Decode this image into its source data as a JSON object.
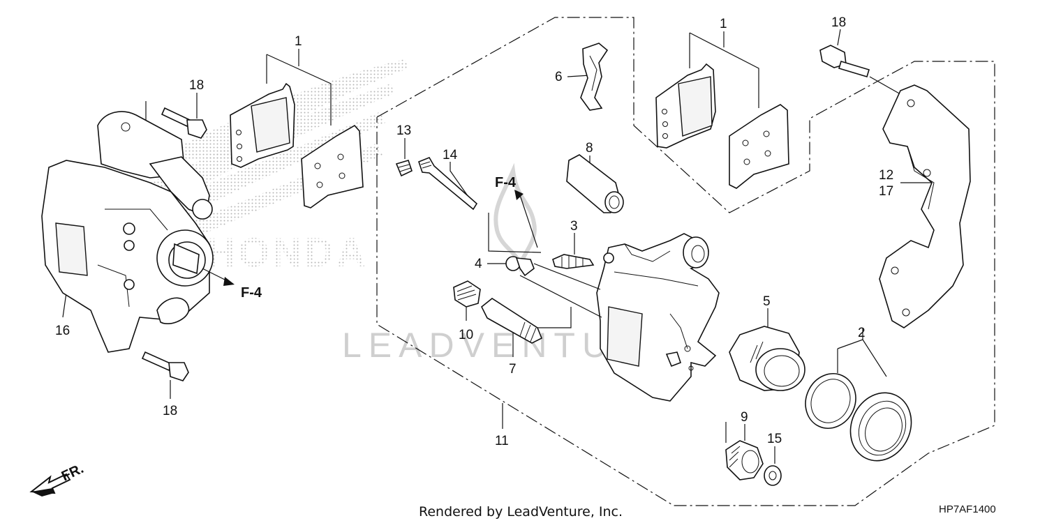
{
  "callouts": {
    "c1_left": "1",
    "c1_right": "1",
    "c2": "2",
    "c3": "3",
    "c4": "4",
    "c5": "5",
    "c6": "6",
    "c7": "7",
    "c8": "8",
    "c9": "9",
    "c10": "10",
    "c11": "11",
    "c12": "12",
    "c13": "13",
    "c14": "14",
    "c15": "15",
    "c16": "16",
    "c17": "17",
    "c18_top_left": "18",
    "c18_bottom_left": "18",
    "c18_top_right": "18"
  },
  "references": {
    "f4_left": "F-4",
    "f4_center": "F-4"
  },
  "direction": {
    "front_label": "FR."
  },
  "watermarks": {
    "brand": "HONDA",
    "dealer": "LEADVENTURE"
  },
  "footer": {
    "rendered_by": "Rendered by LeadVenture, Inc.",
    "diagram_code": "HP7AF1400"
  }
}
